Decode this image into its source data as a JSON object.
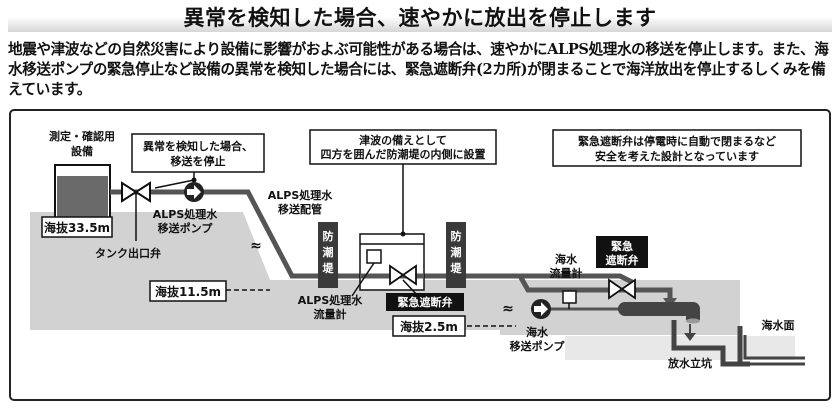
{
  "header": {
    "title": "異常を検知した場合、速やかに放出を停止します"
  },
  "intro": {
    "text": "地震や津波などの自然災害により設備に影響がおよぶ可能性がある場合は、速やかにALPS処理水の移送を停止します。また、海水移送ポンプの緊急停止など設備の異常を検知した場合には、緊急遮断弁(2カ所)が閉まることで海洋放出を停止するしくみを備えています。"
  },
  "diagram": {
    "tank": {
      "label_line1": "測定・確認用",
      "label_line2": "設備"
    },
    "callout_stop": {
      "line1": "異常を検知した場合、",
      "line2": "移送を停止"
    },
    "callout_tsunami": {
      "line1": "津波の備えとして",
      "line2": "四方を囲んだ防潮堤の内側に設置"
    },
    "callout_power": {
      "line1": "緊急遮断弁は停電時に自動で閉まるなど",
      "line2": "安全を考えた設計となっています"
    },
    "elevation_high": "海抜33.5m",
    "elevation_mid": "海抜11.5m",
    "elevation_low": "海抜2.5m",
    "tank_valve": "タンク出口弁",
    "alps_pump": {
      "line1": "ALPS処理水",
      "line2": "移送ポンプ"
    },
    "alps_pipe": {
      "line1": "ALPS処理水",
      "line2": "移送配管"
    },
    "seawall_left": [
      "防",
      "潮",
      "堤"
    ],
    "seawall_right": [
      "防",
      "潮",
      "堤"
    ],
    "alps_flowmeter": {
      "line1": "ALPS処理水",
      "line2": "流量計"
    },
    "emergency_valve_1": "緊急遮断弁",
    "emergency_valve_2": {
      "line1": "緊急",
      "line2": "遮断弁"
    },
    "seawater_flowmeter": {
      "line1": "海水",
      "line2": "流量計"
    },
    "seawater_pump": {
      "line1": "海水",
      "line2": "移送ポンプ"
    },
    "discharge_shaft": "放水立坑",
    "sea_surface": "海水面",
    "break_mark": "≈"
  }
}
